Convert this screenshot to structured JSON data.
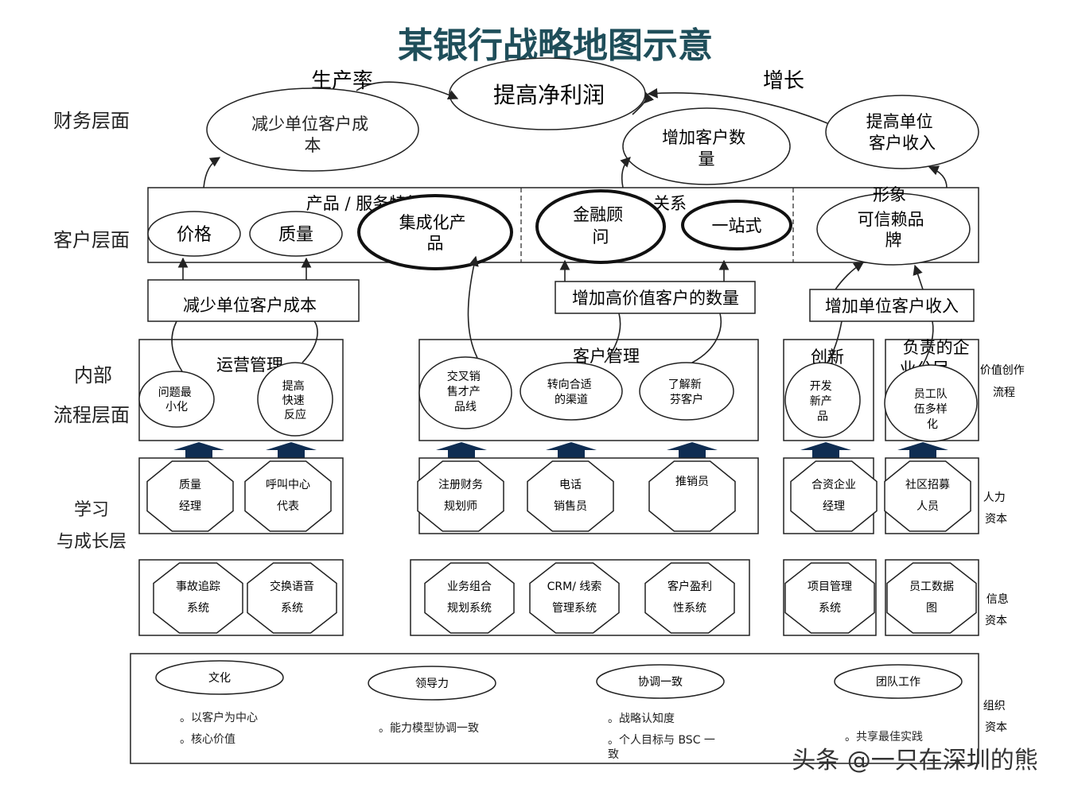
{
  "title": "某银行战略地图示意",
  "layers": {
    "finance": "财务层面",
    "customer": "客户层面",
    "internal_1": "内部",
    "internal_2": "流程层面",
    "learning_1": "学习",
    "learning_2": "与成长层"
  },
  "finance": {
    "productivity": "生产率",
    "growth": "增长",
    "net_profit": "提高净利润",
    "reduce_cost": [
      "减少单位客户成",
      "本"
    ],
    "increase_customers": [
      "增加客户数",
      "量"
    ],
    "increase_revenue": [
      "提高单位",
      "客户收入"
    ]
  },
  "customer": {
    "product_header": "产品 / 服务特征",
    "relation_header": "关系",
    "image_header": "形象",
    "price": "价格",
    "quality": "质量",
    "integrated": [
      "集成化产",
      "品"
    ],
    "advisor": [
      "金融顾",
      "问"
    ],
    "one_stop": "一站式",
    "brand": [
      "可信赖品",
      "牌"
    ]
  },
  "themes": {
    "reduce_cost": "减少单位客户成本",
    "increase_high_value": "增加高价值客户的数量",
    "increase_revenue": "增加单位客户收入"
  },
  "internal": {
    "operations": "运营管理",
    "customer_mgmt": "客户管理",
    "innovation": "创新",
    "citizen": [
      "负责的企",
      "业公民"
    ],
    "problem_min": [
      "问题最",
      "小化"
    ],
    "fast_response": [
      "提高",
      "快速",
      "反应"
    ],
    "cross_sell": [
      "交叉销",
      "售才产",
      "品线"
    ],
    "channel": [
      "转向合适",
      "的渠道"
    ],
    "new_customer": [
      "了解新",
      "芬客户"
    ],
    "new_product": [
      "开发",
      "新产",
      "品"
    ],
    "diversity": [
      "员工队",
      "伍多样",
      "化"
    ],
    "value_creation": [
      "价值创作",
      "流程"
    ]
  },
  "human_capital": {
    "label": [
      "人力",
      "资本"
    ],
    "items": [
      [
        "质量",
        "经理"
      ],
      [
        "呼叫中心",
        "代表"
      ],
      [
        "注册财务",
        "规划师"
      ],
      [
        "电话",
        "销售员"
      ],
      [
        "推销员"
      ],
      [
        "合资企业",
        "经理"
      ],
      [
        "社区招募",
        "人员"
      ]
    ]
  },
  "info_capital": {
    "label": [
      "信息",
      "资本"
    ],
    "items": [
      [
        "事故追踪",
        "系统"
      ],
      [
        "交换语音",
        "系统"
      ],
      [
        "业务组合",
        "规划系统"
      ],
      [
        "CRM/ 线索",
        "管理系统"
      ],
      [
        "客户盈利",
        "性系统"
      ],
      [
        "项目管理",
        "系统"
      ],
      [
        "员工数据",
        "图"
      ]
    ]
  },
  "org_capital": {
    "label": [
      "组织",
      "资本"
    ],
    "culture": "文化",
    "leadership": "领导力",
    "alignment": "协调一致",
    "teamwork": "团队工作",
    "culture_points": [
      "。以客户为中心",
      "。核心价值"
    ],
    "leadership_points": [
      "。能力模型协调一致"
    ],
    "alignment_points": [
      "。战略认知度",
      "。个人目标与 BSC 一",
      "致"
    ],
    "teamwork_points": [
      "。共享最佳实践"
    ]
  },
  "watermark": "头条 @一只在深圳的熊",
  "colors": {
    "title": "#1f4e5a",
    "arrow_block": "#0f2d52",
    "line": "#222222"
  }
}
